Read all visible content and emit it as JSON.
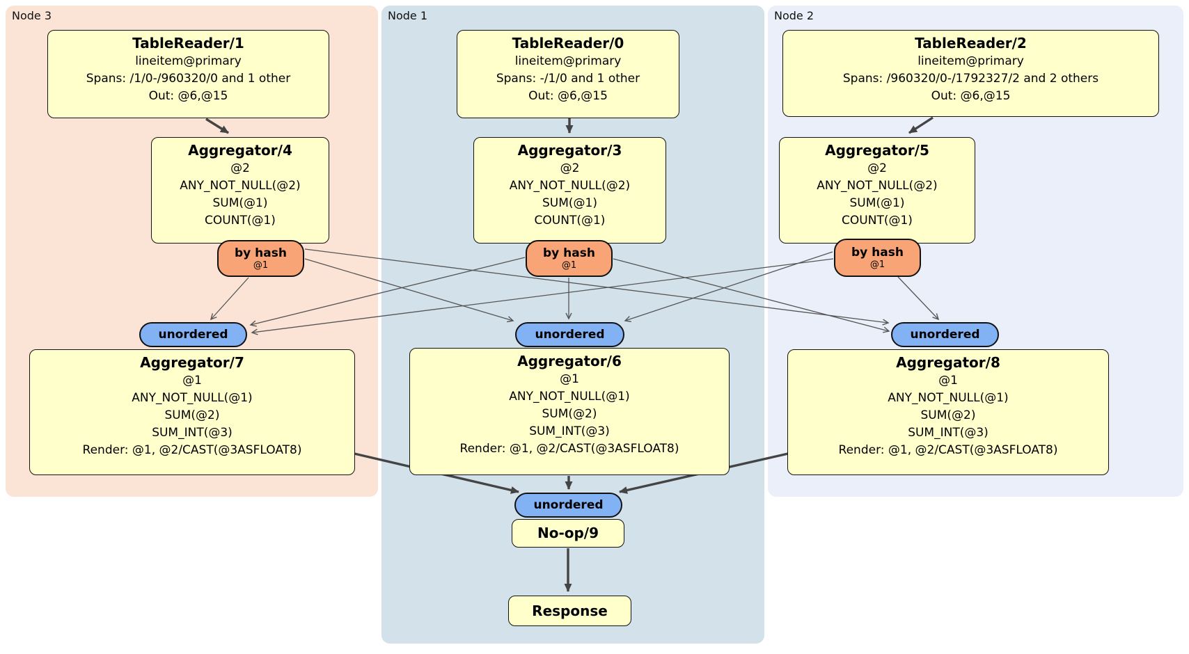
{
  "nodes": [
    {
      "label": "Node 3"
    },
    {
      "label": "Node 1"
    },
    {
      "label": "Node 2"
    }
  ],
  "processors": {
    "tablereader1": {
      "title": "TableReader/1",
      "lines": [
        "lineitem@primary",
        "Spans: /1/0-/960320/0 and 1 other",
        "Out: @6,@15"
      ]
    },
    "tablereader0": {
      "title": "TableReader/0",
      "lines": [
        "lineitem@primary",
        "Spans: -/1/0 and 1 other",
        "Out: @6,@15"
      ]
    },
    "tablereader2": {
      "title": "TableReader/2",
      "lines": [
        "lineitem@primary",
        "Spans: /960320/0-/1792327/2 and 2 others",
        "Out: @6,@15"
      ]
    },
    "aggregator4": {
      "title": "Aggregator/4",
      "lines": [
        "@2",
        "ANY_NOT_NULL(@2)",
        "SUM(@1)",
        "COUNT(@1)"
      ]
    },
    "aggregator3": {
      "title": "Aggregator/3",
      "lines": [
        "@2",
        "ANY_NOT_NULL(@2)",
        "SUM(@1)",
        "COUNT(@1)"
      ]
    },
    "aggregator5": {
      "title": "Aggregator/5",
      "lines": [
        "@2",
        "ANY_NOT_NULL(@2)",
        "SUM(@1)",
        "COUNT(@1)"
      ]
    },
    "aggregator7": {
      "title": "Aggregator/7",
      "lines": [
        "@1",
        "ANY_NOT_NULL(@1)",
        "SUM(@2)",
        "SUM_INT(@3)",
        "Render: @1, @2/CAST(@3ASFLOAT8)"
      ]
    },
    "aggregator6": {
      "title": "Aggregator/6",
      "lines": [
        "@1",
        "ANY_NOT_NULL(@1)",
        "SUM(@2)",
        "SUM_INT(@3)",
        "Render: @1, @2/CAST(@3ASFLOAT8)"
      ]
    },
    "aggregator8": {
      "title": "Aggregator/8",
      "lines": [
        "@1",
        "ANY_NOT_NULL(@1)",
        "SUM(@2)",
        "SUM_INT(@3)",
        "Render: @1, @2/CAST(@3ASFLOAT8)"
      ]
    },
    "noop": {
      "title": "No-op/9"
    },
    "response": {
      "title": "Response"
    }
  },
  "router": {
    "label": "by hash",
    "detail": "@1"
  },
  "sync": {
    "label": "unordered"
  },
  "colors": {
    "node3_bg": "#fbe3d6",
    "node1_bg": "#d2e1ea",
    "node2_bg": "#eaeffa",
    "processor_bg": "#ffffcc",
    "router_bg": "#f8a476",
    "sync_bg": "#82b1f4",
    "edge_thin": "#555555",
    "edge_thick": "#444444"
  }
}
